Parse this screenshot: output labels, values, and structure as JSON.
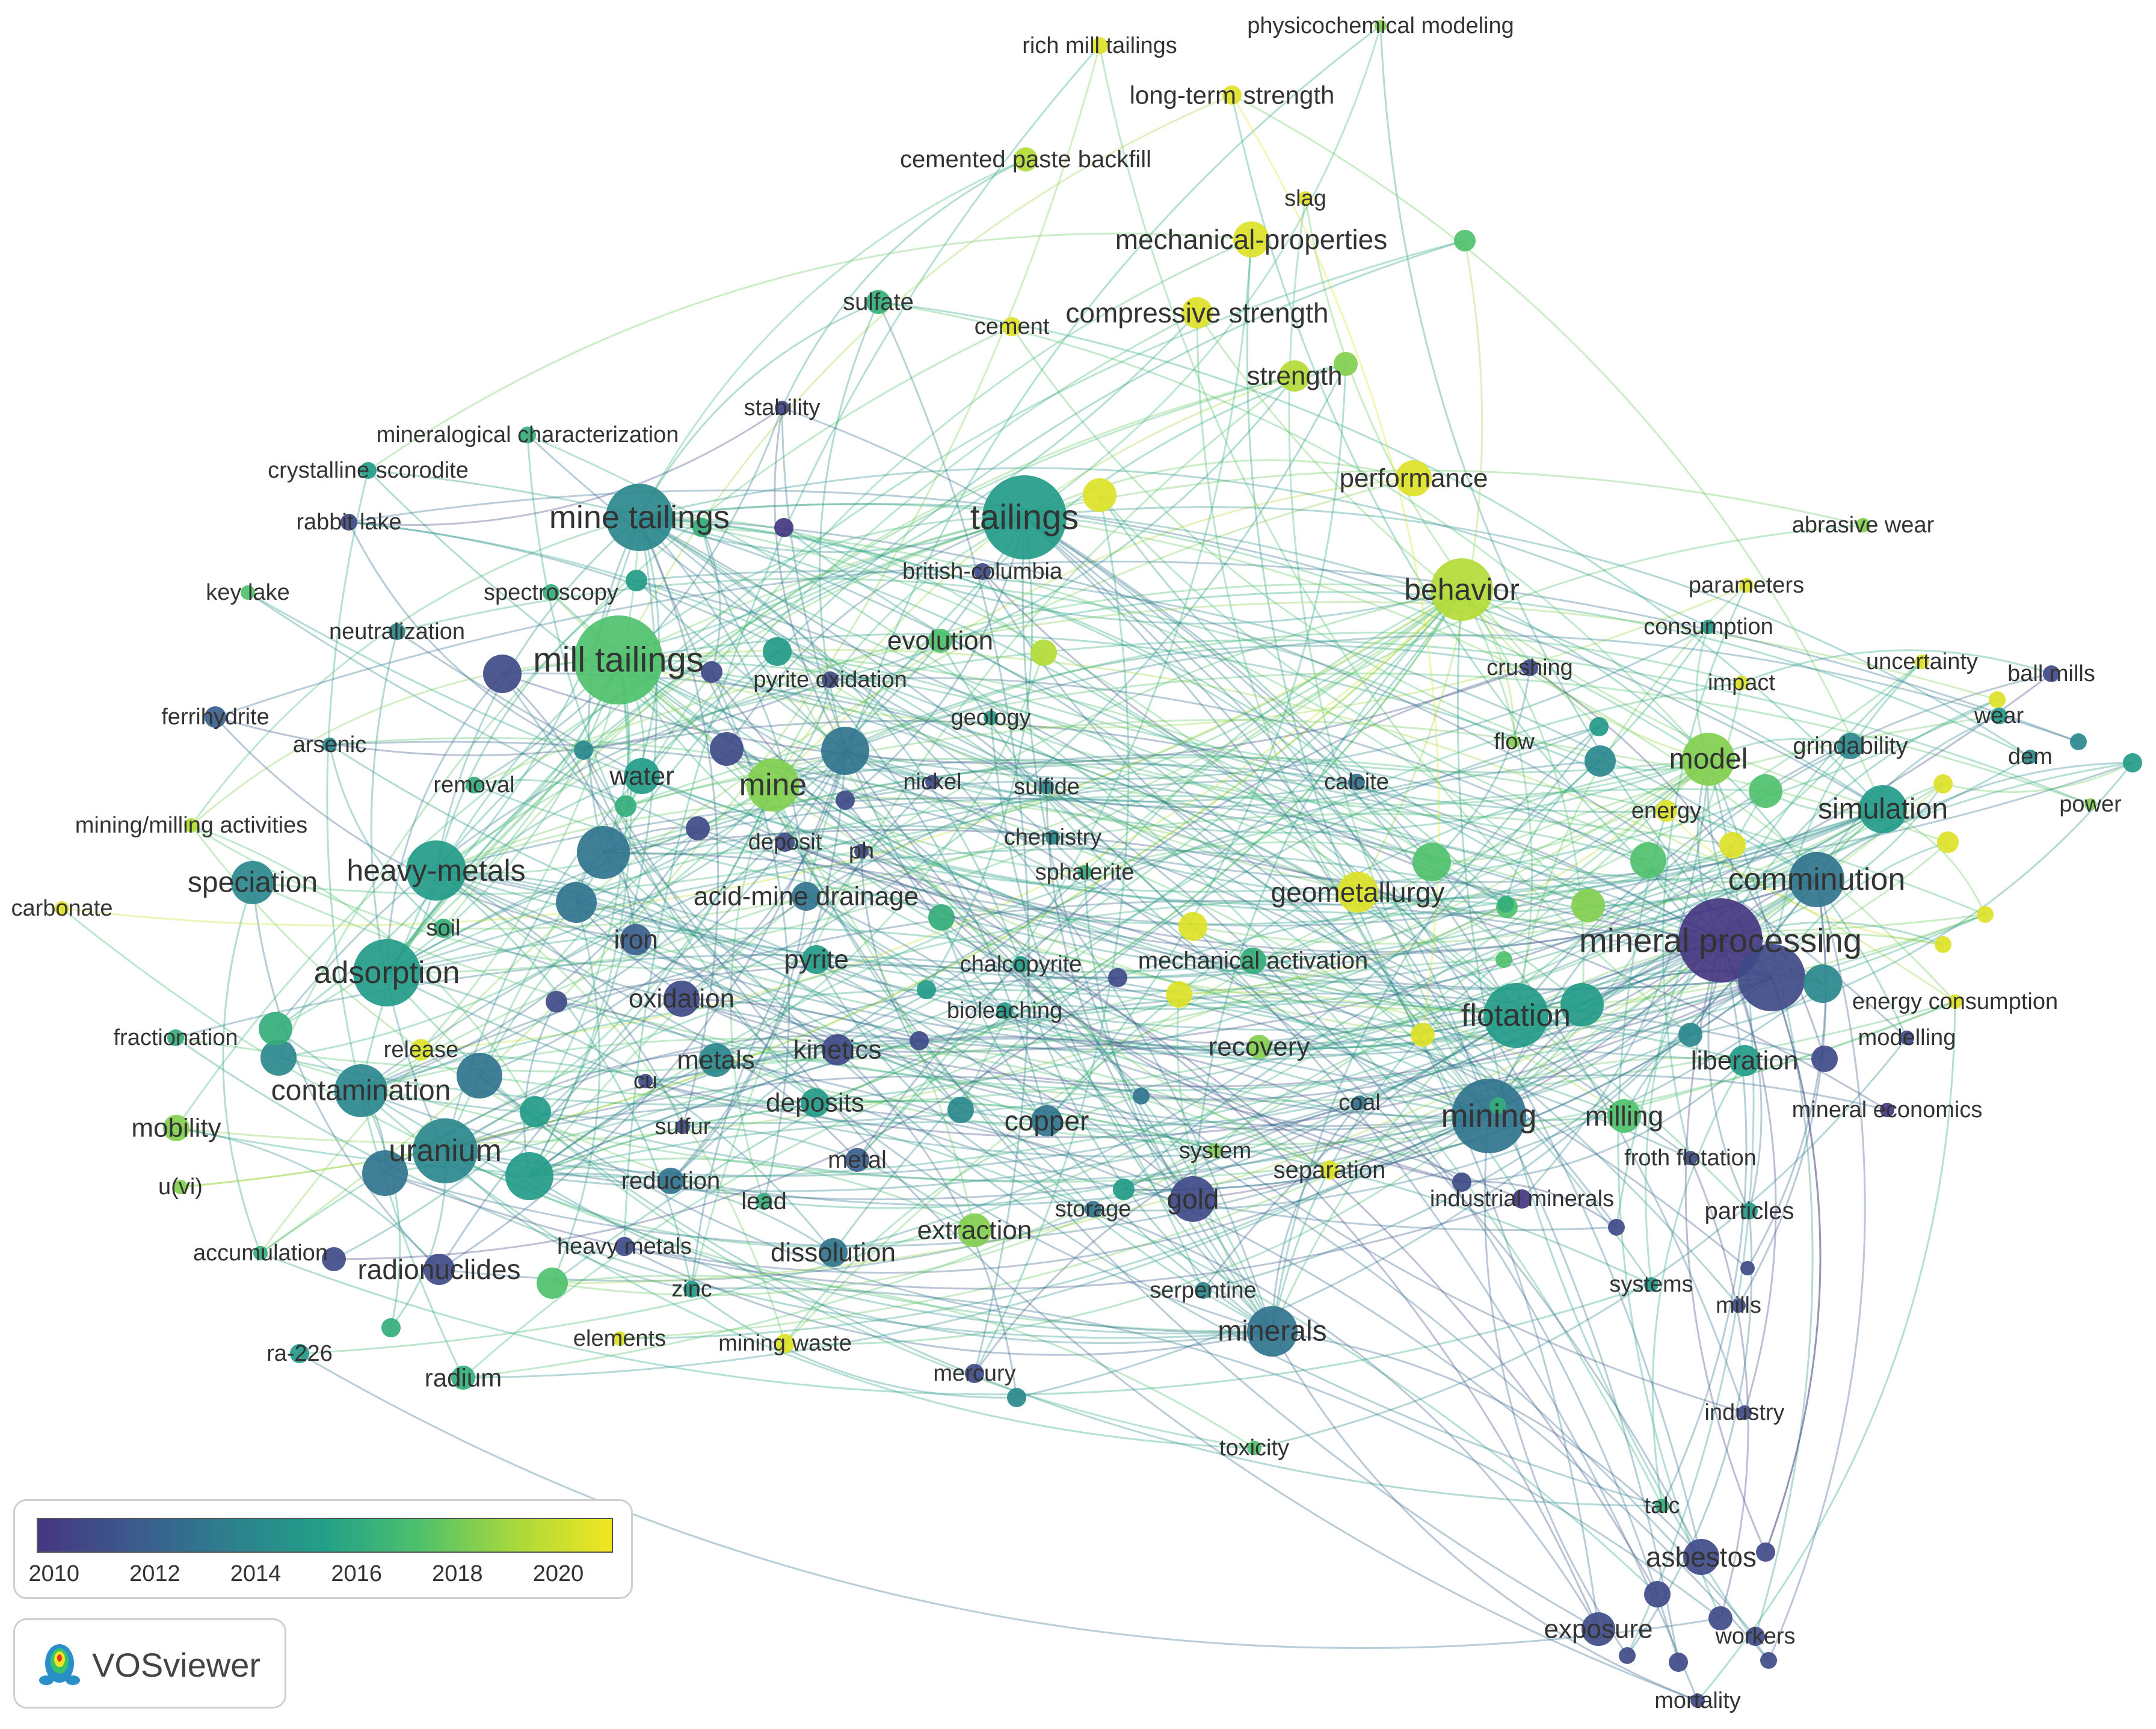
{
  "colors": {
    "scale": [
      "#453782",
      "#3c5a8d",
      "#2d7f8e",
      "#22a087",
      "#4fc16c",
      "#a9d93b",
      "#f2e621"
    ],
    "link": "#9fc9b0",
    "label": "#333333"
  },
  "legend": {
    "ticks": [
      "2010",
      "2012",
      "2014",
      "2016",
      "2018",
      "2020"
    ],
    "tick_fractions": [
      0.03,
      0.205,
      0.38,
      0.555,
      0.73,
      0.905
    ]
  },
  "brand": {
    "name": "VOSviewer"
  },
  "nodes": [
    {
      "label": "physicochemical modeling",
      "year": 2018
    },
    {
      "label": "rich mill tailings",
      "year": 2020
    },
    {
      "label": "long-term strength",
      "year": 2020
    },
    {
      "label": "cemented paste backfill",
      "year": 2019
    },
    {
      "label": "slag",
      "year": 2020
    },
    {
      "label": "mechanical-properties",
      "year": 2020
    },
    {
      "label": "sulfate",
      "year": 2016
    },
    {
      "label": "cement",
      "year": 2020
    },
    {
      "label": "compressive strength",
      "year": 2020
    },
    {
      "label": "strength",
      "year": 2019
    },
    {
      "label": "mineralogical characterization",
      "year": 2016
    },
    {
      "label": "stability",
      "year": 2011
    },
    {
      "label": "crystalline scorodite",
      "year": 2015
    },
    {
      "label": "performance",
      "year": 2020
    },
    {
      "label": "mine tailings",
      "year": 2014
    },
    {
      "label": "tailings",
      "year": 2015
    },
    {
      "label": "rabbit lake",
      "year": 2011
    },
    {
      "label": "abrasive wear",
      "year": 2018
    },
    {
      "label": "british-columbia",
      "year": 2011
    },
    {
      "label": "key lake",
      "year": 2017
    },
    {
      "label": "spectroscopy",
      "year": 2016
    },
    {
      "label": "behavior",
      "year": 2019
    },
    {
      "label": "parameters",
      "year": 2020
    },
    {
      "label": "neutralization",
      "year": 2014
    },
    {
      "label": "consumption",
      "year": 2015
    },
    {
      "label": "mill tailings",
      "year": 2017
    },
    {
      "label": "evolution",
      "year": 2017
    },
    {
      "label": "crushing",
      "year": 2011
    },
    {
      "label": "uncertainty",
      "year": 2020
    },
    {
      "label": "ball mills",
      "year": 2011
    },
    {
      "label": "pyrite oxidation",
      "year": 2011
    },
    {
      "label": "impact",
      "year": 2020
    },
    {
      "label": "ferrihydrite",
      "year": 2012
    },
    {
      "label": "geology",
      "year": 2015
    },
    {
      "label": "wear",
      "year": 2015
    },
    {
      "label": "grindability",
      "year": 2014
    },
    {
      "label": "arsenic",
      "year": 2014
    },
    {
      "label": "flow",
      "year": 2018
    },
    {
      "label": "dem",
      "year": 2014
    },
    {
      "label": "model",
      "year": 2018
    },
    {
      "label": "water",
      "year": 2015
    },
    {
      "label": "mine",
      "year": 2018
    },
    {
      "label": "removal",
      "year": 2016
    },
    {
      "label": "nickel",
      "year": 2011
    },
    {
      "label": "sulfide",
      "year": 2014
    },
    {
      "label": "calcite",
      "year": 2013
    },
    {
      "label": "power",
      "year": 2018
    },
    {
      "label": "mining/milling activities",
      "year": 2019
    },
    {
      "label": "energy",
      "year": 2020
    },
    {
      "label": "simulation",
      "year": 2015
    },
    {
      "label": "deposit",
      "year": 2011
    },
    {
      "label": "chemistry",
      "year": 2014
    },
    {
      "label": "ph",
      "year": 2011
    },
    {
      "label": "speciation",
      "year": 2014
    },
    {
      "label": "heavy-metals",
      "year": 2015
    },
    {
      "label": "sphalerite",
      "year": 2016
    },
    {
      "label": "comminution",
      "year": 2013
    },
    {
      "label": "acid-mine drainage",
      "year": 2013
    },
    {
      "label": "geometallurgy",
      "year": 2020
    },
    {
      "label": "carbonate",
      "year": 2020
    },
    {
      "label": "soil",
      "year": 2016
    },
    {
      "label": "mineral processing",
      "year": 2010
    },
    {
      "label": "iron",
      "year": 2012
    },
    {
      "label": "pyrite",
      "year": 2015
    },
    {
      "label": "chalcopyrite",
      "year": 2015
    },
    {
      "label": "mechanical activation",
      "year": 2016
    },
    {
      "label": "adsorption",
      "year": 2015
    },
    {
      "label": "oxidation",
      "year": 2011
    },
    {
      "label": "bioleaching",
      "year": 2015
    },
    {
      "label": "energy consumption",
      "year": 2020
    },
    {
      "label": "flotation",
      "year": 2015
    },
    {
      "label": "fractionation",
      "year": 2016
    },
    {
      "label": "modelling",
      "year": 2011
    },
    {
      "label": "release",
      "year": 2020
    },
    {
      "label": "kinetics",
      "year": 2011
    },
    {
      "label": "recovery",
      "year": 2018
    },
    {
      "label": "liberation",
      "year": 2015
    },
    {
      "label": "metals",
      "year": 2014
    },
    {
      "label": "cu",
      "year": 2011
    },
    {
      "label": "contamination",
      "year": 2014
    },
    {
      "label": "deposits",
      "year": 2015
    },
    {
      "label": "coal",
      "year": 2013
    },
    {
      "label": "mineral economics",
      "year": 2010
    },
    {
      "label": "mobility",
      "year": 2018
    },
    {
      "label": "copper",
      "year": 2013
    },
    {
      "label": "mining",
      "year": 2013
    },
    {
      "label": "milling",
      "year": 2017
    },
    {
      "label": "sulfur",
      "year": 2011
    },
    {
      "label": "system",
      "year": 2018
    },
    {
      "label": "froth flotation",
      "year": 2011
    },
    {
      "label": "uranium",
      "year": 2014
    },
    {
      "label": "metal",
      "year": 2012
    },
    {
      "label": "separation",
      "year": 2020
    },
    {
      "label": "u(vi)",
      "year": 2018
    },
    {
      "label": "reduction",
      "year": 2013
    },
    {
      "label": "industrial minerals",
      "year": 2010
    },
    {
      "label": "lead",
      "year": 2016
    },
    {
      "label": "gold",
      "year": 2011
    },
    {
      "label": "particles",
      "year": 2015
    },
    {
      "label": "storage",
      "year": 2013
    },
    {
      "label": "extraction",
      "year": 2018
    },
    {
      "label": "accumulation",
      "year": 2016
    },
    {
      "label": "heavy metals",
      "year": 2011
    },
    {
      "label": "dissolution",
      "year": 2013
    },
    {
      "label": "radionuclides",
      "year": 2011
    },
    {
      "label": "serpentine",
      "year": 2014
    },
    {
      "label": "systems",
      "year": 2015
    },
    {
      "label": "zinc",
      "year": 2015
    },
    {
      "label": "minerals",
      "year": 2013
    },
    {
      "label": "mills",
      "year": 2011
    },
    {
      "label": "elements",
      "year": 2020
    },
    {
      "label": "mining waste",
      "year": 2020
    },
    {
      "label": "ra-226",
      "year": 2015
    },
    {
      "label": "radium",
      "year": 2016
    },
    {
      "label": "mercury",
      "year": 2011
    },
    {
      "label": "industry",
      "year": 2011
    },
    {
      "label": "toxicity",
      "year": 2017
    },
    {
      "label": "talc",
      "year": 2016
    },
    {
      "label": "asbestos",
      "year": 2011
    },
    {
      "label": "exposure",
      "year": 2011
    },
    {
      "label": "workers",
      "year": 2011
    },
    {
      "label": "mortality",
      "year": 2011
    }
  ]
}
